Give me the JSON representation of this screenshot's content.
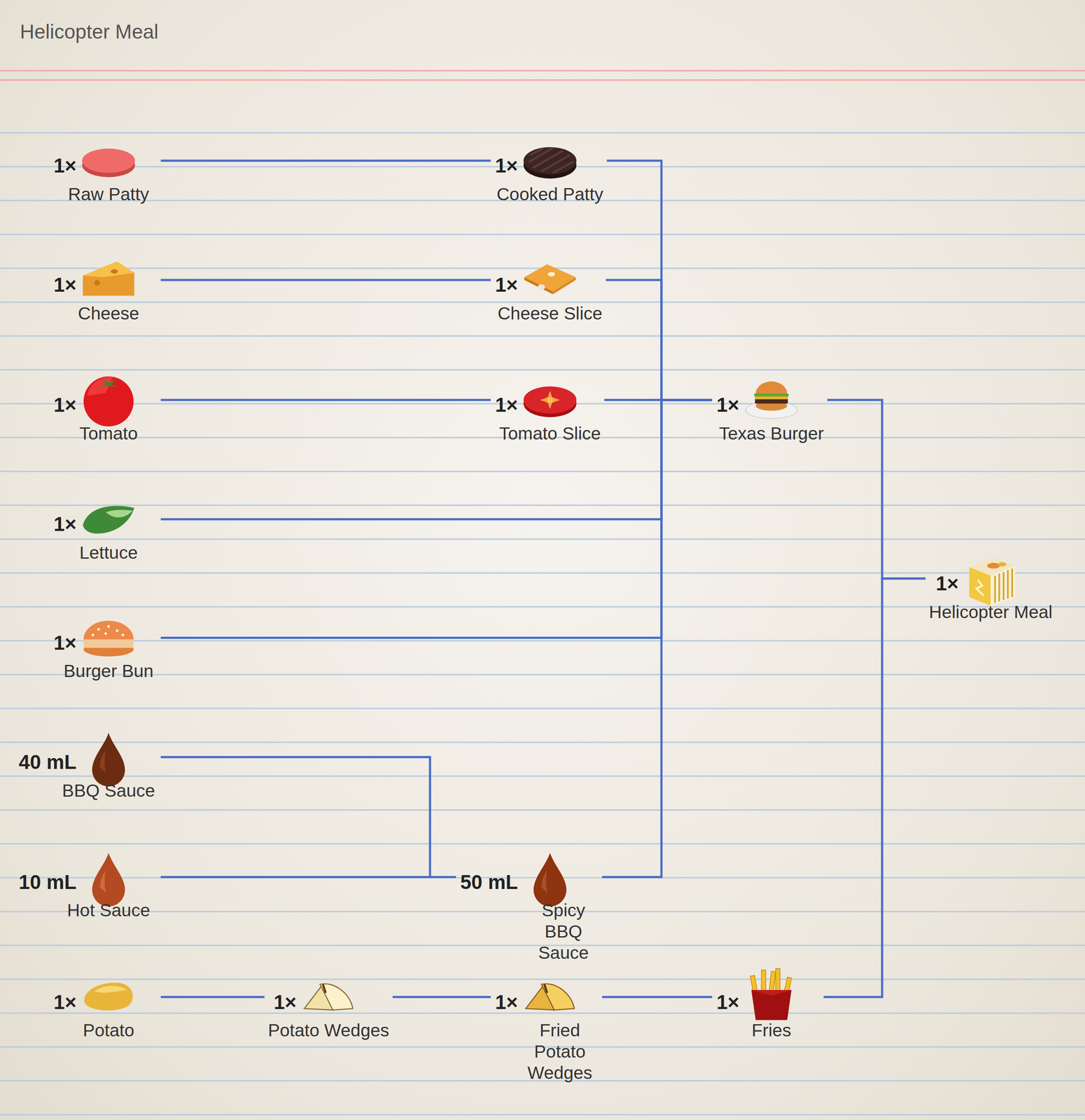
{
  "diagram": {
    "title": "Helicopter Meal",
    "nodes": [
      {
        "text": [
          "1×",
          "Raw Patty"
        ]
      },
      {
        "text": [
          "1×",
          "Cooked Patty"
        ]
      },
      {
        "text": [
          "1×",
          "Cheese"
        ]
      },
      {
        "text": [
          "1×",
          "Cheese Slice"
        ]
      },
      {
        "text": [
          "1×",
          "Tomato"
        ]
      },
      {
        "text": [
          "1×",
          "Tomato Slice"
        ]
      },
      {
        "text": [
          "1×",
          "Texas Burger"
        ]
      },
      {
        "text": [
          "1×",
          "Lettuce"
        ]
      },
      {
        "text": [
          "1×",
          "Helicopter Meal"
        ]
      },
      {
        "text": [
          "1×",
          "Burger Bun"
        ]
      },
      {
        "text": [
          "40 mL",
          "BBQ Sauce"
        ]
      },
      {
        "text": [
          "10 mL",
          "Hot Sauce"
        ]
      },
      {
        "text": [
          "50 mL",
          "Spicy BBQ Sauce"
        ]
      },
      {
        "text": [
          "1×",
          "Potato"
        ]
      },
      {
        "text": [
          "1×",
          "Potato Wedges"
        ]
      },
      {
        "text": [
          "1×",
          "Fried Potato Wedges"
        ]
      },
      {
        "text": [
          "1×",
          "Fries"
        ]
      }
    ],
    "edges": [
      {
        "from": 0,
        "to": 1,
        "arrow": "none"
      },
      {
        "from": 2,
        "to": 3,
        "arrow": "none"
      },
      {
        "from": 4,
        "to": 5,
        "arrow": "none"
      },
      {
        "from": 1,
        "to": 6,
        "arrow": "none"
      },
      {
        "from": 3,
        "to": 6,
        "arrow": "none"
      },
      {
        "from": 5,
        "to": 6,
        "arrow": "none"
      },
      {
        "from": 7,
        "to": 6,
        "arrow": "none"
      },
      {
        "from": 9,
        "to": 6,
        "arrow": "none"
      },
      {
        "from": 12,
        "to": 6,
        "arrow": "none"
      },
      {
        "from": 10,
        "to": 12,
        "arrow": "none"
      },
      {
        "from": 11,
        "to": 12,
        "arrow": "none"
      },
      {
        "from": 13,
        "to": 14,
        "arrow": "none"
      },
      {
        "from": 14,
        "to": 15,
        "arrow": "none"
      },
      {
        "from": 15,
        "to": 16,
        "arrow": "none"
      },
      {
        "from": 6,
        "to": 8,
        "arrow": "none"
      },
      {
        "from": 16,
        "to": 8,
        "arrow": "none"
      }
    ]
  }
}
